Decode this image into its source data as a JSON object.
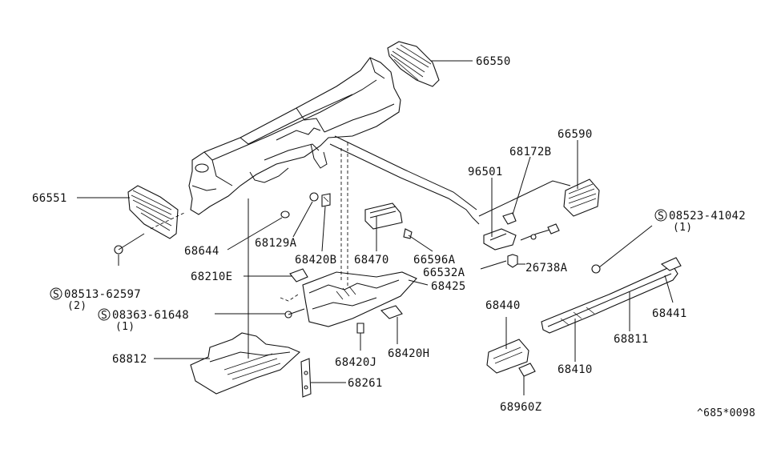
{
  "diagram_code": "^685*0098",
  "callouts": {
    "c66550": "66550",
    "c66590": "66590",
    "c68172B": "68172B",
    "c96501": "96501",
    "c66551": "66551",
    "c08523_41042": "08523-41042",
    "c08523_qty": "(1)",
    "c68644": "68644",
    "c68129A": "68129A",
    "c68420B": "68420B",
    "c68470": "68470",
    "c66596A": "66596A",
    "c66532A": "66532A",
    "c26738A": "26738A",
    "c08513_62597": "08513-62597",
    "c08513_qty": "(2)",
    "c68210E": "68210E",
    "c68425": "68425",
    "c08363_61648": "08363-61648",
    "c08363_qty": "(1)",
    "c68440": "68440",
    "c68441": "68441",
    "c68811": "68811",
    "c68812": "68812",
    "c68420J": "68420J",
    "c68420H": "68420H",
    "c68410": "68410",
    "c68261": "68261",
    "c68960Z": "68960Z"
  },
  "symbols": {
    "s08523": "S",
    "s08513": "S",
    "s08363": "S"
  }
}
